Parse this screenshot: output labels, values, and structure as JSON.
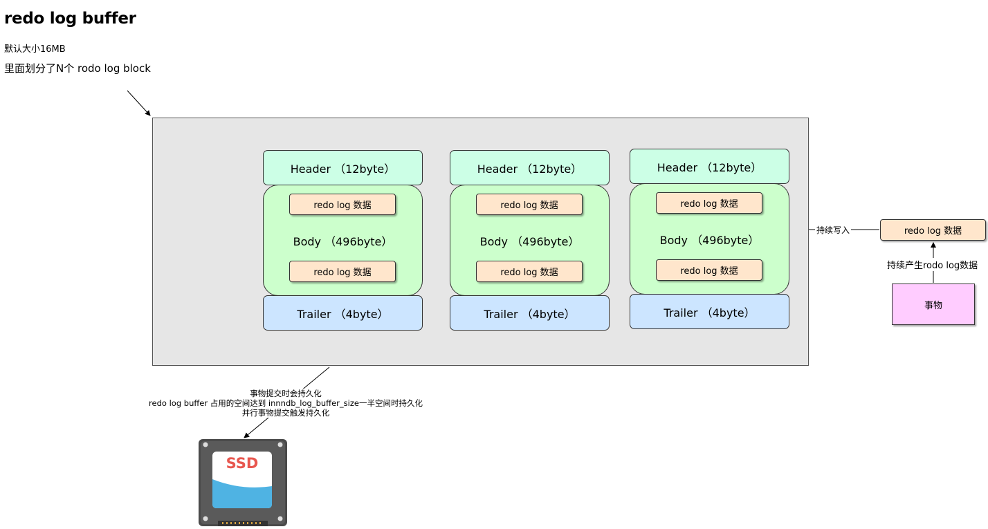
{
  "title": "redo log buffer",
  "subtitle1": "默认大小16MB",
  "subtitle2": "里面划分了N个 rodo log block",
  "blocks": [
    {
      "header": "Header （12byte）",
      "body": "Body （496byte）",
      "record1": "redo log 数据",
      "record2": "redo log 数据",
      "trailer": "Trailer （4byte）"
    },
    {
      "header": "Header （12byte）",
      "body": "Body （496byte）",
      "record1": "redo log 数据",
      "record2": "redo log 数据",
      "trailer": "Trailer （4byte）"
    },
    {
      "header": "Header （12byte）",
      "body": "Body （496byte）",
      "record1": "redo log 数据",
      "record2": "redo log 数据",
      "trailer": "Trailer （4byte）"
    }
  ],
  "incoming": {
    "record": "redo log 数据",
    "write_label": "持续写入",
    "produce_label": "持续产生rodo log数据",
    "transaction": "事物"
  },
  "persist_notes": [
    "事物提交时会持久化",
    "redo log buffer 占用的空间达到  innndb_log_buffer_size一半空间时持久化",
    "并行事物提交触发持久化"
  ],
  "ssd_label": "SSD",
  "colors": {
    "buffer_bg": "#e6e6e6",
    "header_bg": "#ccffe6",
    "body_bg": "#ccffcc",
    "trailer_bg": "#cce5ff",
    "record_bg": "#ffe6cc",
    "transaction_bg": "#ffccff",
    "ssd_label": "#e8574f",
    "ssd_fill": "#4fb3e3"
  }
}
